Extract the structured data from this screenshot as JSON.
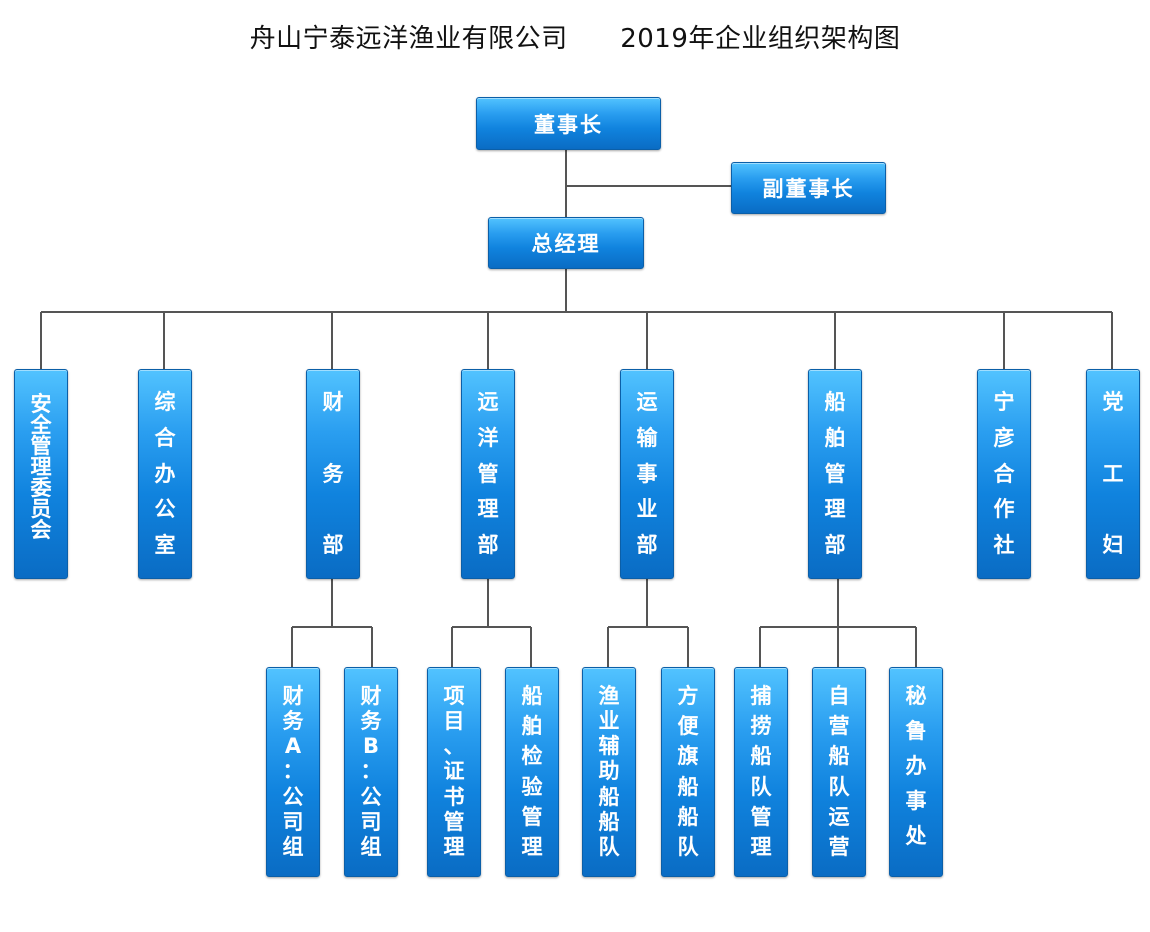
{
  "title": "舟山宁泰远洋渔业有限公司      2019年企业组织架构图",
  "chairman": "董事长",
  "vice_chairman": "副董事长",
  "general_manager": "总经理",
  "departments": [
    "安全管理委员会",
    "综合办公室",
    "财务部",
    "远洋管理部",
    "运输事业部",
    "船舶管理部",
    "宁彦合作社",
    "党工妇"
  ],
  "sub_units": [
    "财务A：公司组",
    "财务B：公司组",
    "项目、证书管理",
    "船舶检验管理",
    "渔业辅助船船队",
    "方便旗船船队",
    "捕捞船队管理",
    "自营船队运营",
    "秘鲁办事处"
  ],
  "colors": {
    "box_top": "#52c3ff",
    "box_bottom": "#0a6cc4",
    "box_border": "#0b5fa8",
    "connector": "#555555",
    "text": "#ffffff"
  }
}
